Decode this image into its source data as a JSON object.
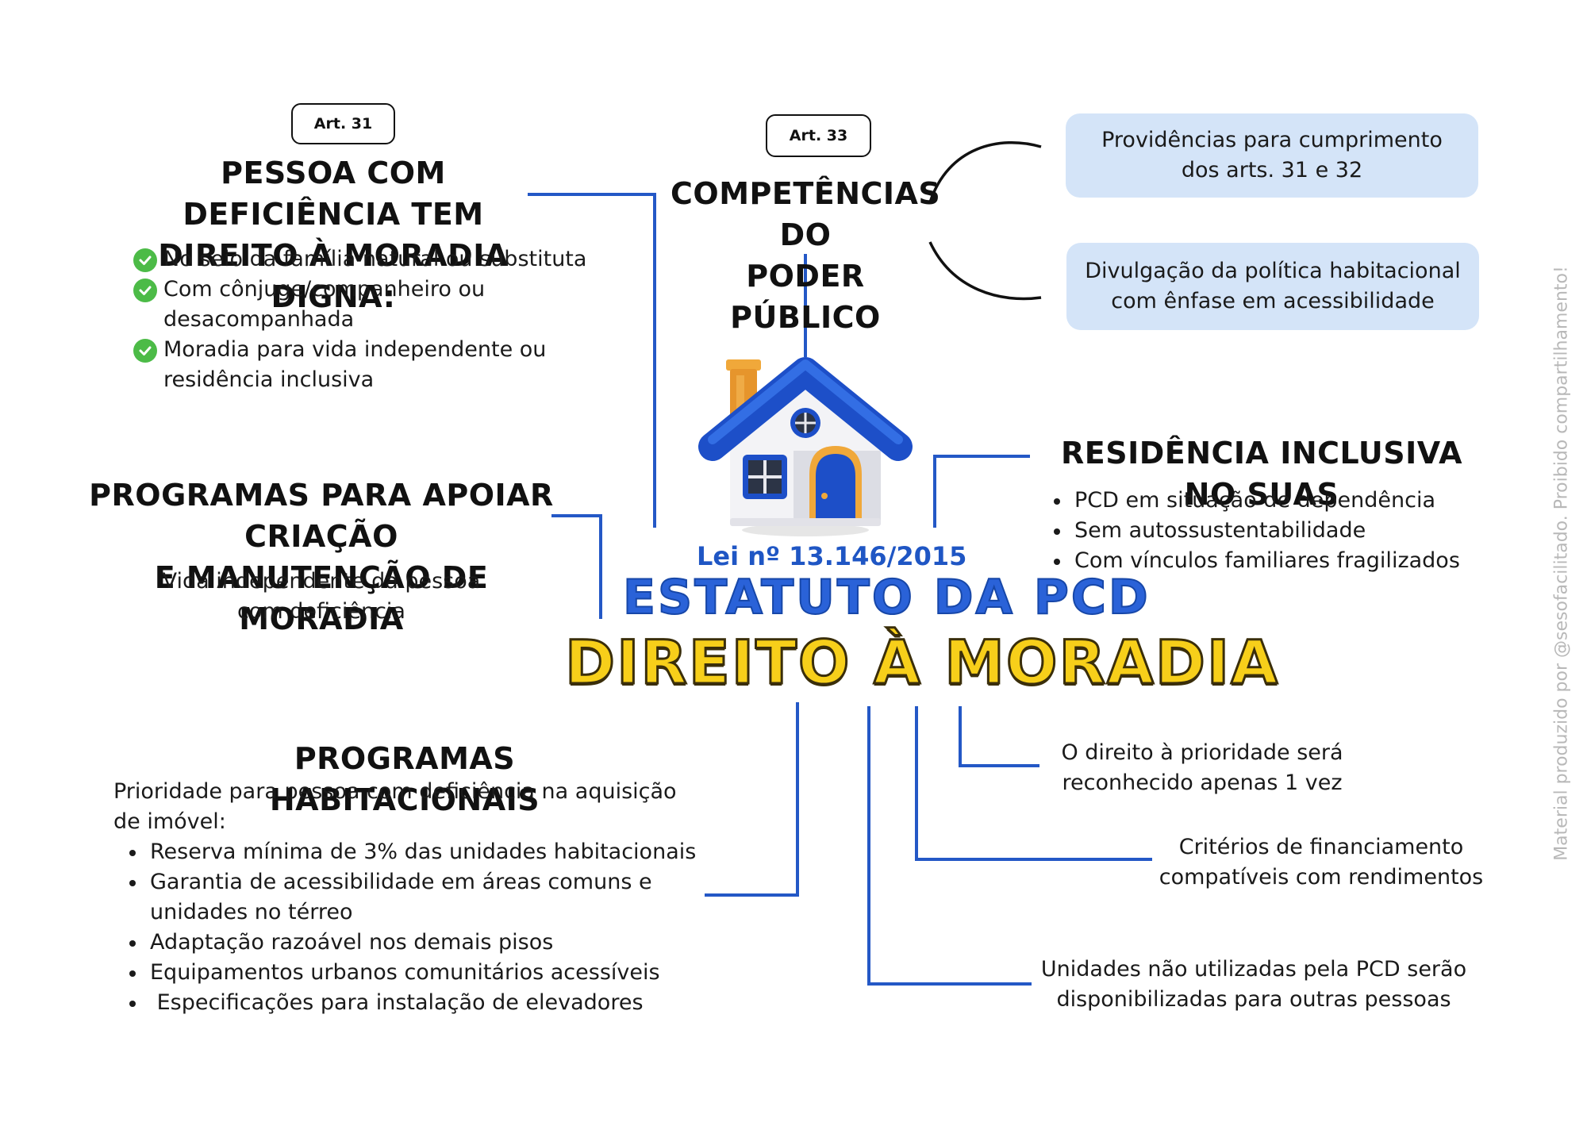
{
  "art31": {
    "label": "Art. 31"
  },
  "art33": {
    "label": "Art. 33"
  },
  "moradia_digna": {
    "title_line1": "PESSOA COM DEFICIÊNCIA TEM",
    "title_line2": "DIREITO À MORADIA DIGNA:",
    "items": [
      "No seio da família natural ou substituta",
      "Com cônjuge/companheiro ou desacompanhada",
      "Moradia para vida independente ou residência inclusiva"
    ]
  },
  "competencias": {
    "title_line1": "COMPETÊNCIAS DO",
    "title_line2": "PODER PÚBLICO",
    "boxes": [
      "Providências para cumprimento dos arts. 31 e 32",
      "Divulgação da política habitacional com ênfase em acessibilidade"
    ]
  },
  "programas_apoio": {
    "title_line1": "PROGRAMAS PARA APOIAR CRIAÇÃO",
    "title_line2": "E MANUTENÇÃO DE MORADIA",
    "text": "Vida independente da pessoa com deficiência"
  },
  "residencia_inclusiva": {
    "title": "RESIDÊNCIA INCLUSIVA NO SUAS",
    "items": [
      "PCD em situação de dependência",
      "Sem autossustentabilidade",
      "Com vínculos familiares fragilizados"
    ]
  },
  "center": {
    "lei": "Lei nº 13.146/2015",
    "estatuto": "ESTATUTO DA PCD",
    "direito": "DIREITO À MORADIA"
  },
  "programas_habitacionais": {
    "title": "PROGRAMAS HABITACIONAIS",
    "intro": "Prioridade para pessoa com deficiência na aquisição de imóvel:",
    "items": [
      "Reserva mínima de 3% das unidades habitacionais",
      "Garantia de acessibilidade em áreas comuns e unidades no térreo",
      "Adaptação razoável nos demais pisos",
      "Equipamentos urbanos comunitários acessíveis",
      " Especificações para instalação de elevadores"
    ]
  },
  "notes": {
    "prioridade": "O direito à prioridade será reconhecido apenas 1 vez",
    "criterios": "Critérios de financiamento compatíveis com rendimentos",
    "unidades": "Unidades não utilizadas pela PCD serão disponibilizadas para outras pessoas"
  },
  "watermark": "Material produzido por @sesofacilitado. Proibido compartilhamento!",
  "colors": {
    "connector": "#2458c6",
    "box_fill": "#d4e4f8",
    "title_blue": "#2a62d8",
    "title_yellow": "#f7cf1a",
    "check_green": "#4cbb47"
  },
  "icons": [
    "house-icon",
    "check-icon"
  ]
}
